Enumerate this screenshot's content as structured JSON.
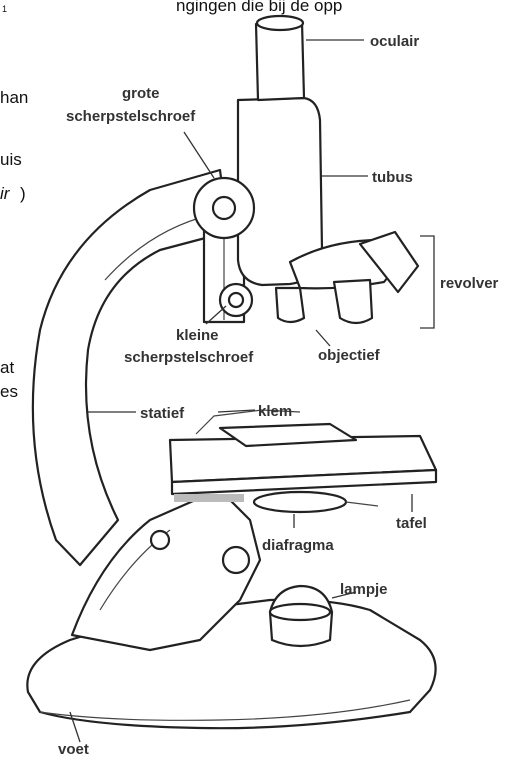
{
  "diagram": {
    "top_fragment": "ngingen die bij de opp",
    "superscript": "1",
    "side_fragments": [
      "han",
      "uis",
      "ir",
      "at",
      "es"
    ],
    "labels": {
      "oculair": "oculair",
      "grote_line1": "grote",
      "grote_line2": "scherpstelschroef",
      "tubus": "tubus",
      "revolver": "revolver",
      "kleine_line1": "kleine",
      "kleine_line2": "scherpstelschroef",
      "objectief": "objectief",
      "statief": "statief",
      "klem": "klem",
      "tafel": "tafel",
      "diafragma": "diafragma",
      "lampje": "lampje",
      "voet": "voet"
    }
  }
}
